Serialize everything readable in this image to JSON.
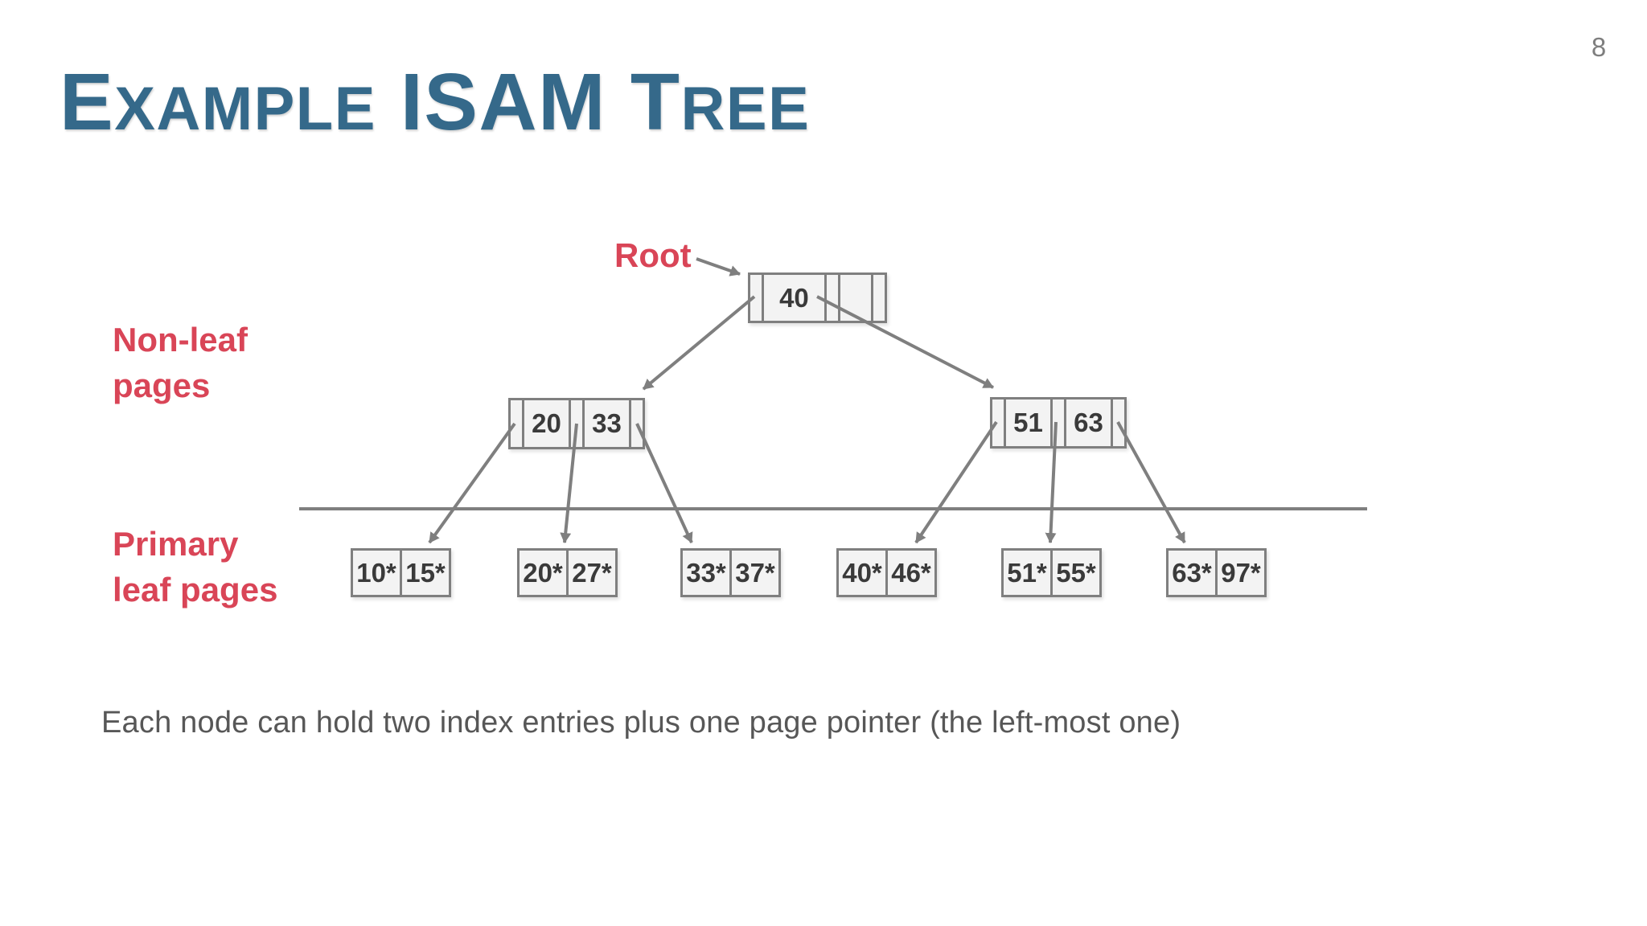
{
  "slide": {
    "page_number": "8",
    "title": {
      "word1_initial": "E",
      "word1_rest": "XAMPLE",
      "word2": "ISAM",
      "word3_initial": "T",
      "word3_rest": "REE"
    },
    "labels": {
      "root_pointer": "Root",
      "non_leaf_line1": "Non-leaf",
      "non_leaf_line2": "pages",
      "primary_leaf_line1": "Primary",
      "primary_leaf_line2": "leaf pages"
    },
    "caption": "Each node can hold two index entries plus one page pointer (the left-most one)"
  },
  "tree": {
    "root_node": {
      "keys": [
        "40",
        ""
      ]
    },
    "non_leaf_nodes": [
      {
        "keys": [
          "20",
          "33"
        ]
      },
      {
        "keys": [
          "51",
          "63"
        ]
      }
    ],
    "leaf_pages": [
      [
        "10*",
        "15*"
      ],
      [
        "20*",
        "27*"
      ],
      [
        "33*",
        "37*"
      ],
      [
        "40*",
        "46*"
      ],
      [
        "51*",
        "55*"
      ],
      [
        "63*",
        "97*"
      ]
    ]
  },
  "colors": {
    "title_blue": "#35698A",
    "label_red": "#D94557",
    "node_border_gray": "#7f7f7f",
    "node_fill_gray": "#f3f3f3",
    "arrow_gray": "#7f7f7f",
    "node_text": "#3a3a3a",
    "caption_gray": "#575757",
    "page_number_gray": "#7e7e7e"
  }
}
